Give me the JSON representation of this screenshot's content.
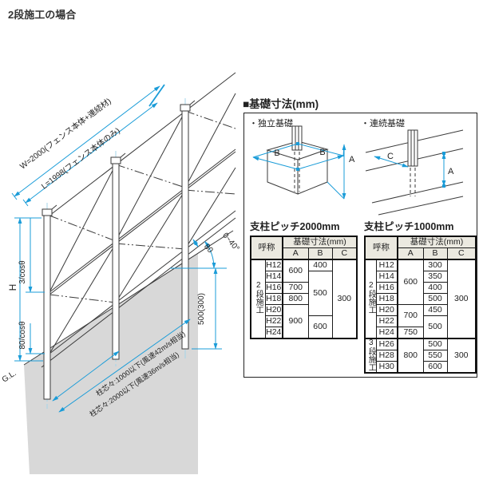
{
  "page_title": "2段施工の場合",
  "drawing": {
    "dim_width_outer": "W=2000(フェンス本体+連結材)",
    "dim_width_inner": "L=1998(フェンス本体のみ)",
    "dim_height": "H",
    "dim_panel_gap": "3/cosθ",
    "dim_ground_clearance": "80/cosθ",
    "ground_line": "G.L.",
    "slope_angle": "0~40°",
    "clearance_along_slope": "80",
    "post_embedment": "500(300)",
    "post_pitch_1000": "柱芯々:1000以下(風速42m/s相当)",
    "post_pitch_2000": "柱芯々:2000以下(風速36m/s相当)"
  },
  "foundation": {
    "heading": "■基礎寸法(mm)",
    "independent": {
      "label": "・独立基礎",
      "dim_b_left": "B",
      "dim_b_right": "B",
      "dim_a": "A"
    },
    "continuous": {
      "label": "・連続基礎",
      "dim_c": "C",
      "dim_a": "A"
    }
  },
  "tables": [
    {
      "title": "支柱ピッチ2000mm",
      "header": {
        "name": "呼称",
        "dims": "基礎寸法(mm)",
        "cols": [
          "A",
          "B",
          "C"
        ]
      },
      "groups": [
        {
          "label": "2段施工",
          "rows": [
            {
              "name": "H12",
              "cells": [
                {
                  "t": "600",
                  "rs": 2
                },
                {
                  "t": "400"
                },
                {
                  "t": "300",
                  "rs": 7
                }
              ]
            },
            {
              "name": "H14",
              "cells": [
                {
                  "t": "500",
                  "rs": 4
                }
              ]
            },
            {
              "name": "H16",
              "cells": [
                {
                  "t": "700"
                }
              ]
            },
            {
              "name": "H18",
              "cells": [
                {
                  "t": "800"
                }
              ]
            },
            {
              "name": "H20",
              "cells": [
                {
                  "t": "900",
                  "rs": 3
                }
              ]
            },
            {
              "name": "H22",
              "cells": [
                {
                  "t": "600",
                  "rs": 2
                }
              ]
            },
            {
              "name": "H24",
              "cells": []
            }
          ]
        }
      ]
    },
    {
      "title": "支柱ピッチ1000mm",
      "header": {
        "name": "呼称",
        "dims": "基礎寸法(mm)",
        "cols": [
          "A",
          "B",
          "C"
        ]
      },
      "groups": [
        {
          "label": "2段施工",
          "rows": [
            {
              "name": "H12",
              "cells": [
                {
                  "t": "600",
                  "rs": 4
                },
                {
                  "t": "300"
                },
                {
                  "t": "300",
                  "rs": 7
                }
              ]
            },
            {
              "name": "H14",
              "cells": [
                {
                  "t": "350"
                }
              ]
            },
            {
              "name": "H16",
              "cells": [
                {
                  "t": "400"
                }
              ]
            },
            {
              "name": "H18",
              "cells": [
                {
                  "t": "500"
                }
              ]
            },
            {
              "name": "H20",
              "cells": [
                {
                  "t": "700",
                  "rs": 2
                },
                {
                  "t": "450"
                }
              ]
            },
            {
              "name": "H22",
              "cells": [
                {
                  "t": "500",
                  "rs": 2
                }
              ]
            },
            {
              "name": "H24",
              "cells": [
                {
                  "t": "750"
                }
              ]
            }
          ]
        },
        {
          "label": "3段施工",
          "rows": [
            {
              "name": "H26",
              "cells": [
                {
                  "t": "800",
                  "rs": 3
                },
                {
                  "t": "500"
                },
                {
                  "t": "300",
                  "rs": 3
                }
              ]
            },
            {
              "name": "H28",
              "cells": [
                {
                  "t": "550"
                }
              ]
            },
            {
              "name": "H30",
              "cells": [
                {
                  "t": "600"
                }
              ]
            }
          ]
        }
      ]
    }
  ],
  "colors": {
    "dimension": "#1a9cd8",
    "centerline": "#a5d5ea",
    "ground_fill": "#d8d8d8",
    "header_bg": "#ebe9e0"
  }
}
